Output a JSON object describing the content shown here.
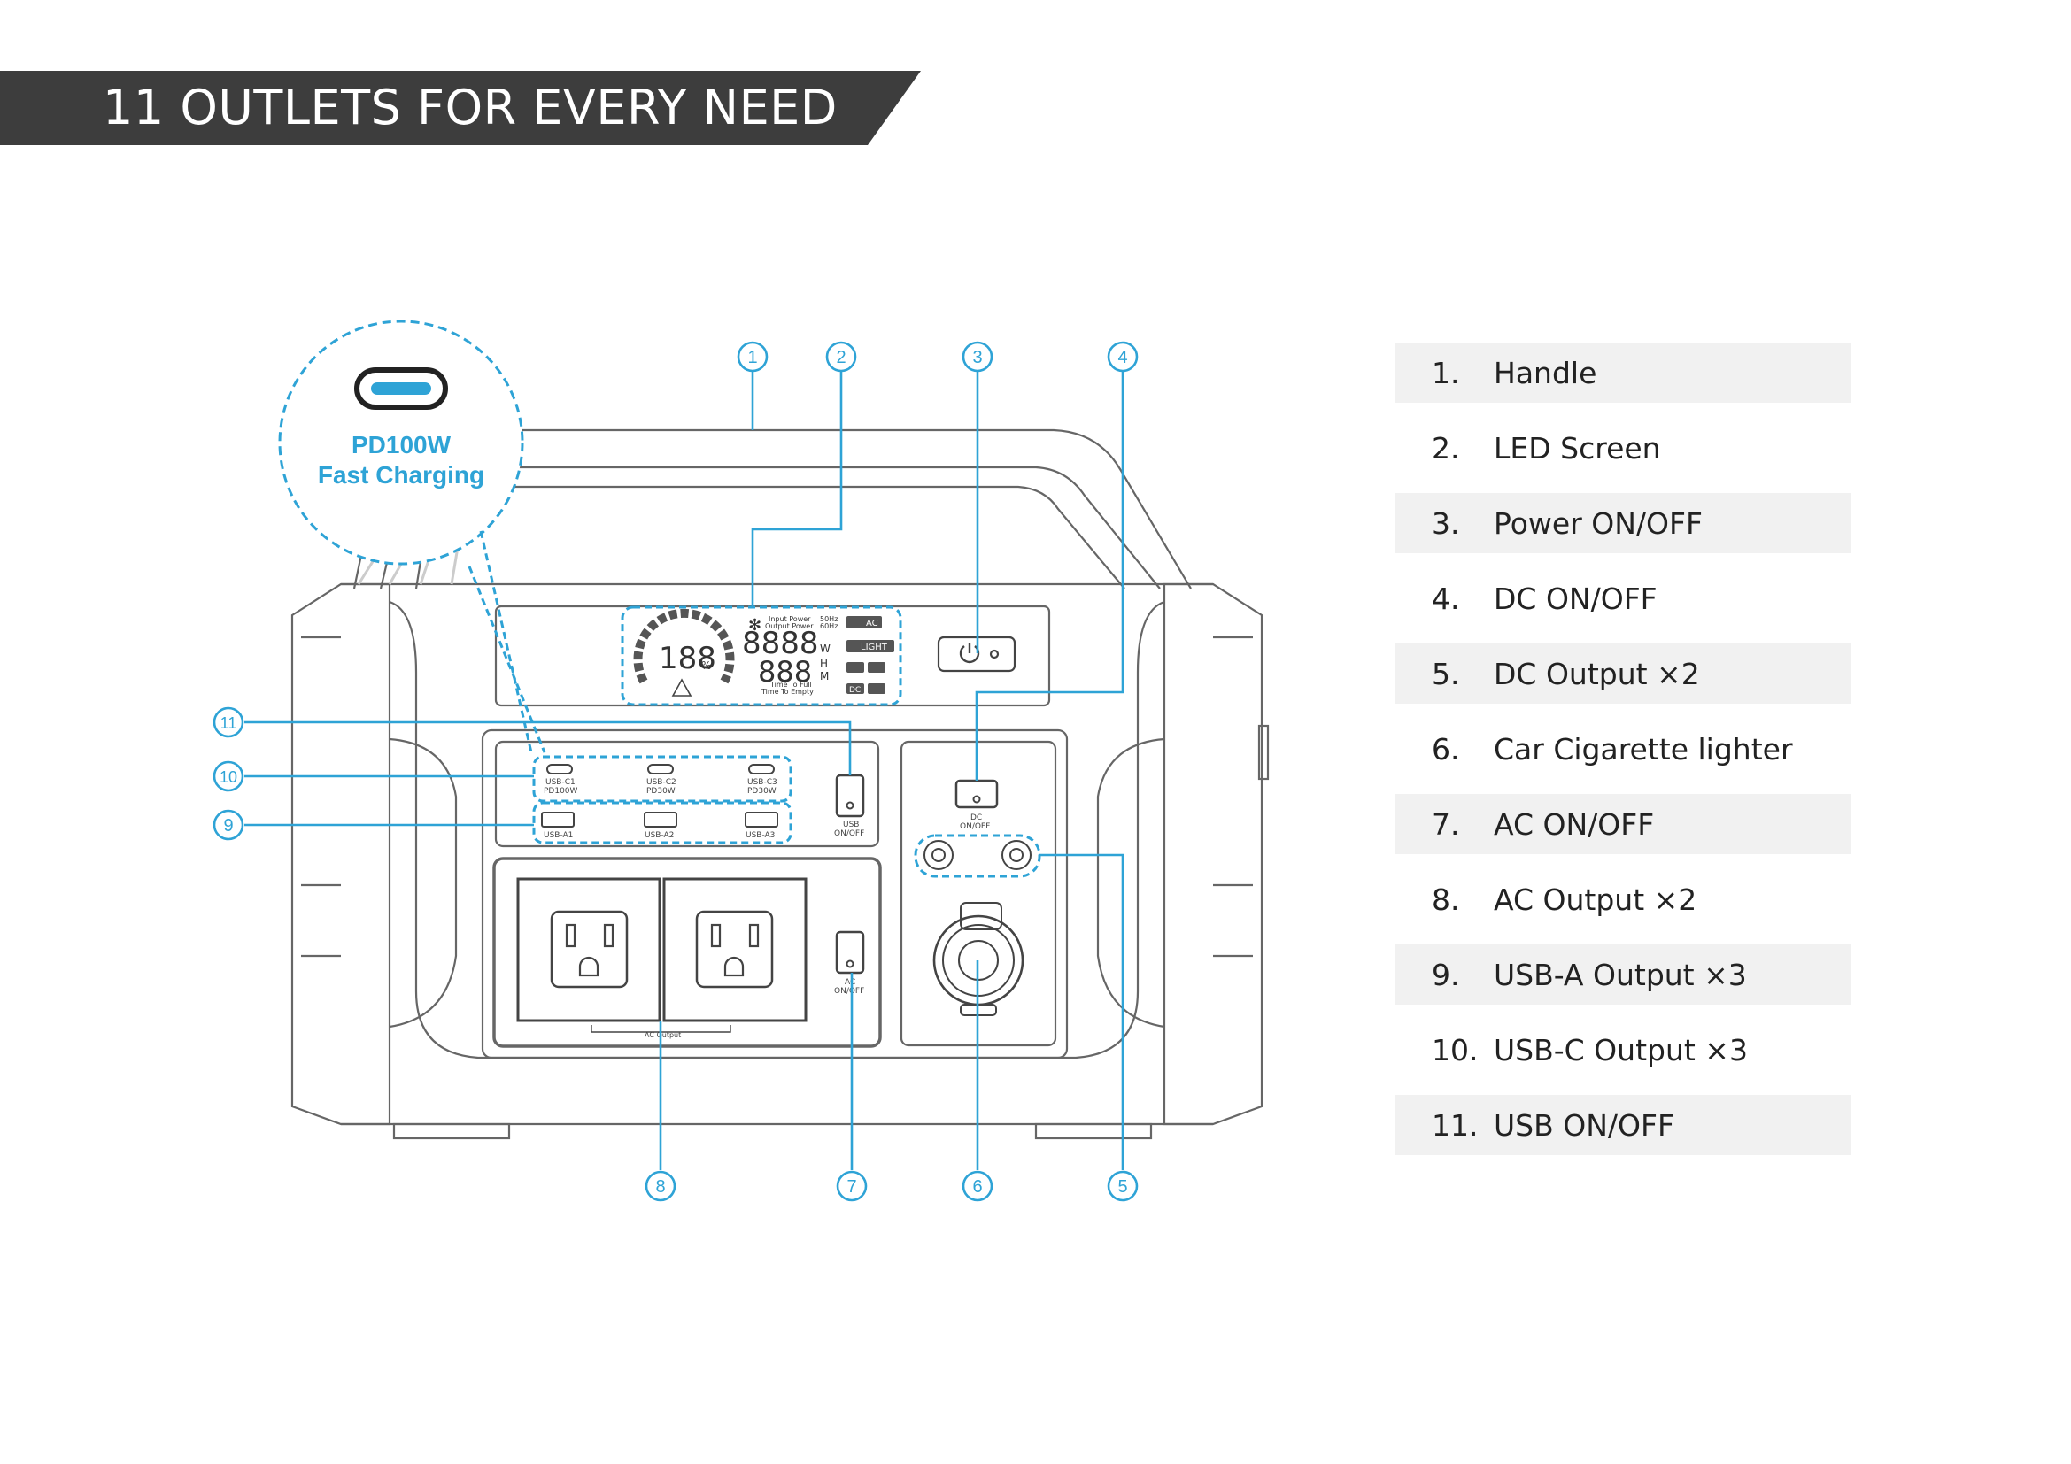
{
  "title": "11 OUTLETS FOR EVERY NEED",
  "callout": {
    "line1": "PD100W",
    "line2": "Fast Charging"
  },
  "markers": [
    "1",
    "2",
    "3",
    "4",
    "5",
    "6",
    "7",
    "8",
    "9",
    "10",
    "11"
  ],
  "screen": {
    "percent": "188",
    "percent_unit": "%",
    "watts_digits": "8888",
    "watts_unit": "W",
    "hours_digits": "888",
    "hours_unit": "H",
    "minutes_unit": "M",
    "input_power": "Input Power",
    "output_power": "Output Power",
    "hz50": "50Hz",
    "hz60": "60Hz",
    "ac": "AC",
    "light": "LIGHT",
    "dc": "DC",
    "time_to_full": "Time To Full",
    "time_to_empty": "Time To Empty"
  },
  "ports": {
    "usb_c1": "USB-C1",
    "usb_c1_power": "PD100W",
    "usb_c2": "USB-C2",
    "usb_c2_power": "PD30W",
    "usb_c3": "USB-C3",
    "usb_c3_power": "PD30W",
    "usb_a1": "USB-A1",
    "usb_a2": "USB-A2",
    "usb_a3": "USB-A3",
    "usb_switch_1": "USB",
    "usb_switch_2": "ON/OFF",
    "dc_switch_1": "DC",
    "dc_switch_2": "ON/OFF",
    "ac_switch_1": "AC",
    "ac_switch_2": "ON/OFF",
    "ac_output": "AC Output"
  },
  "legend": [
    {
      "num": "1.",
      "label": "Handle"
    },
    {
      "num": "2.",
      "label": "LED Screen"
    },
    {
      "num": "3.",
      "label": "Power ON/OFF"
    },
    {
      "num": "4.",
      "label": "DC ON/OFF"
    },
    {
      "num": "5.",
      "label": "DC Output ×2"
    },
    {
      "num": "6.",
      "label": "Car Cigarette lighter"
    },
    {
      "num": "7.",
      "label": "AC ON/OFF"
    },
    {
      "num": "8.",
      "label": "AC Output ×2"
    },
    {
      "num": "9.",
      "label": "USB-A Output ×3"
    },
    {
      "num": "10.",
      "label": "USB-C Output ×3"
    },
    {
      "num": "11.",
      "label": "USB ON/OFF"
    }
  ],
  "colors": {
    "banner": "#3d3d3d",
    "accent": "#2ea3d6",
    "line": "#666666",
    "shade": "#f1f1f1"
  }
}
